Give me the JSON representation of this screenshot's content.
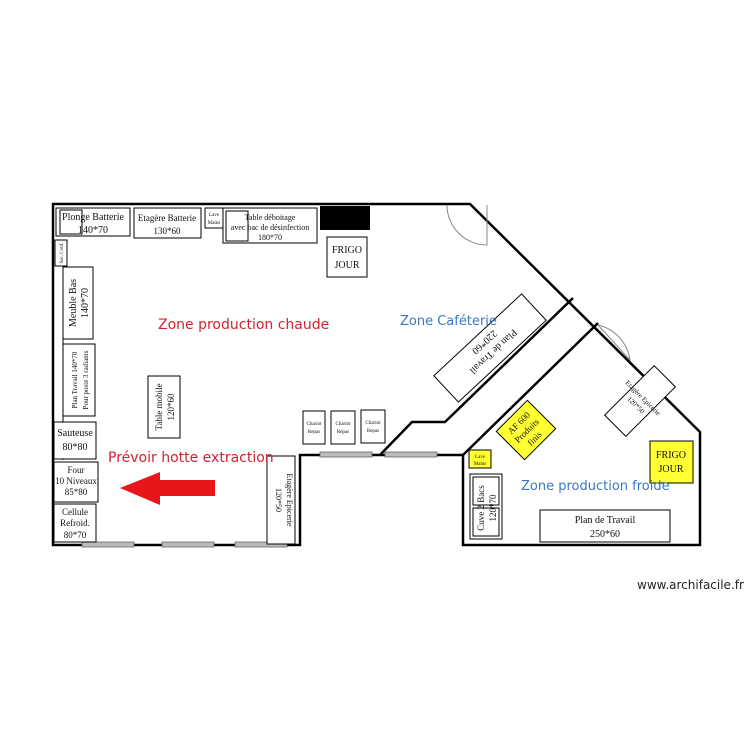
{
  "zones": {
    "hot": "Zone production chaude",
    "cafeteria": "Zone Caféterie",
    "cold": "Zone production froide",
    "note": "Prévoir hotte extraction"
  },
  "equipment": {
    "plonge_batterie": [
      "Plonge Batterie",
      "140*70"
    ],
    "etagere_batterie": [
      "Etagère Batterie",
      "130*60"
    ],
    "lave_mains_1": [
      "Lave",
      "Mains"
    ],
    "table_deboitage": [
      "Table déboitage",
      "avec bac de désinfection",
      "180*70"
    ],
    "frigo_jour_1": [
      "FRIGO",
      "JOUR"
    ],
    "sac_conf": "Sac. Conf.",
    "meuble_bas": [
      "Meuble Bas",
      "140*70"
    ],
    "plan_travail_1": [
      "Plan Travail 140*70",
      "Pour poste 3 radiants"
    ],
    "table_mobile": [
      "Table mobile",
      "120*60"
    ],
    "sauteuse": [
      "Sauteuse",
      "80*80"
    ],
    "four": [
      "Four",
      "10 Niveaux",
      "85*80"
    ],
    "cellule": [
      "Cellule",
      "Refroid.",
      "80*70"
    ],
    "chariot_repas": [
      "Chariot",
      "Repas"
    ],
    "etagere_epicerie_1": [
      "Etagère Epicerie",
      "120*50"
    ],
    "plan_travail_2": [
      "Plan de Travail",
      "220*60"
    ],
    "af600": [
      "AF 600",
      "Produits",
      "finis"
    ],
    "lave_mains_2": [
      "Lave",
      "Mains"
    ],
    "cuve_bacs": [
      "Cuve 2 Bacs",
      "120*70"
    ],
    "etagere_epicerie_2": [
      "Etagère Epicerie",
      "120*50"
    ],
    "frigo_jour_2": [
      "FRIGO",
      "JOUR"
    ],
    "plan_travail_3": [
      "Plan de Travail",
      "250*60"
    ]
  },
  "colors": {
    "zone_red": "#d42030",
    "zone_blue": "#3b78c4",
    "highlight": "#ffff33",
    "arrow": "#e8151b"
  },
  "credit": "www.archifacile.fr"
}
